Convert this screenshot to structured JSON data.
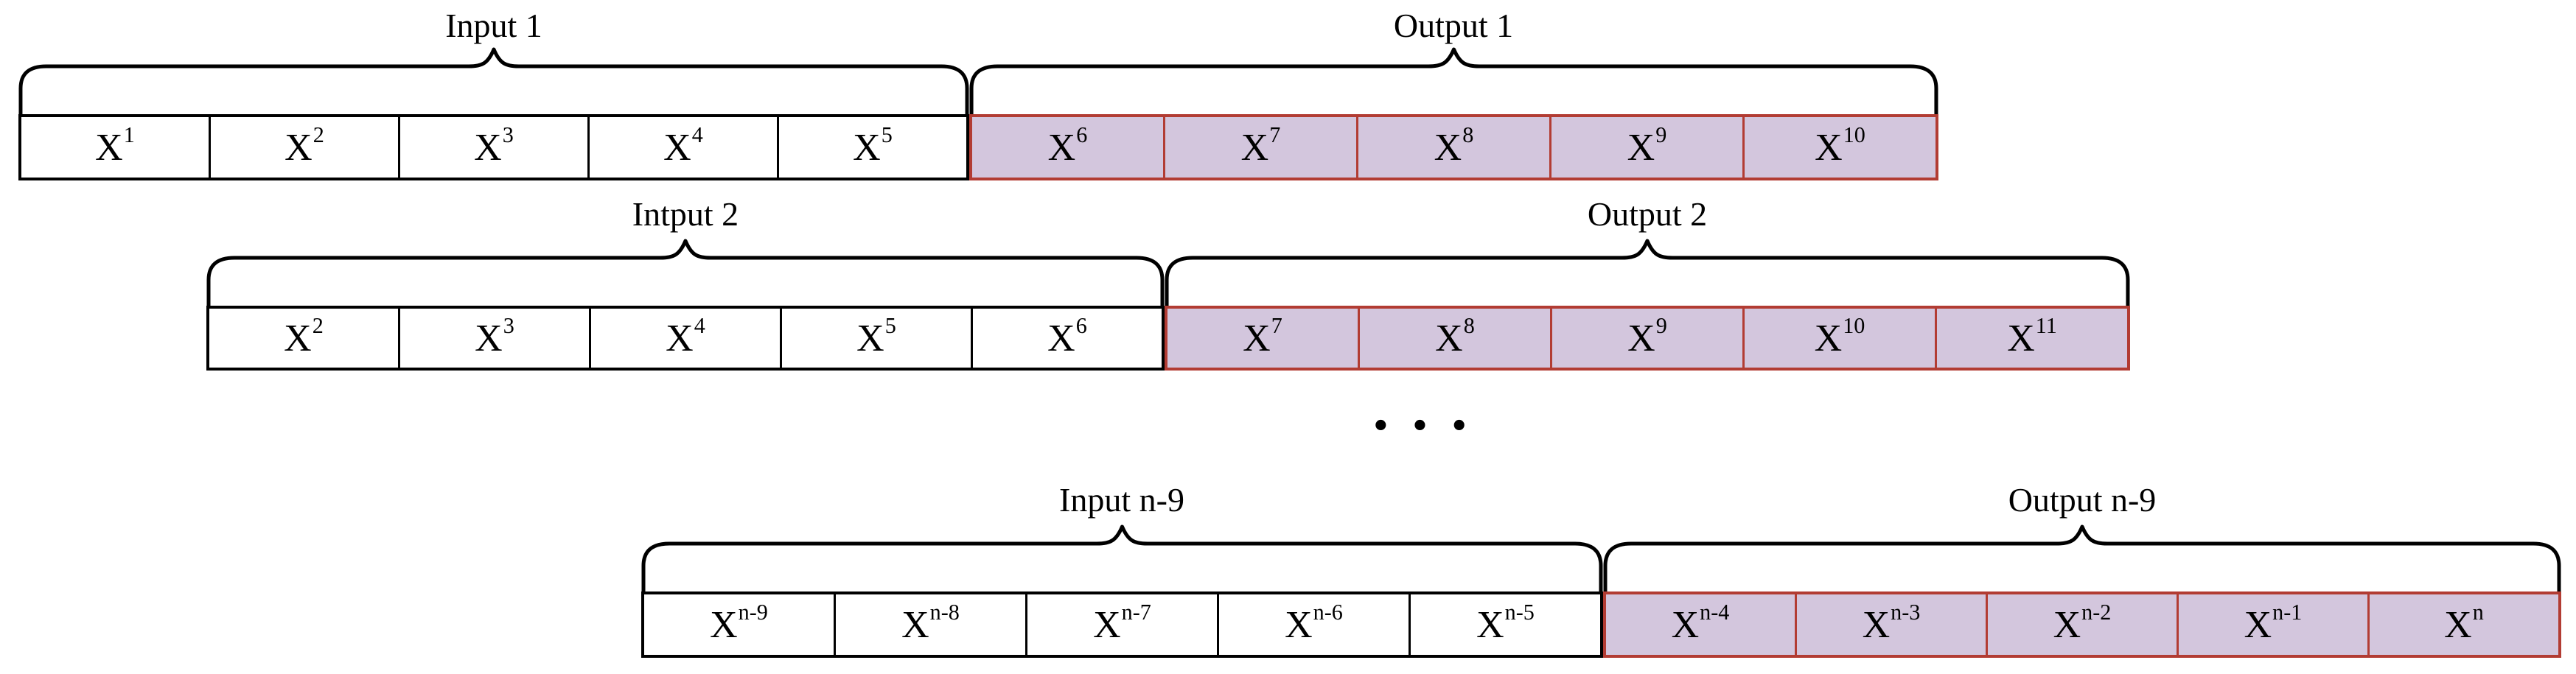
{
  "figure": {
    "ellipsis": "• • •",
    "colors": {
      "input_cell_fill": "#ffffff",
      "input_cell_border": "#000000",
      "output_cell_fill": "#d3c6dd",
      "output_cell_border": "#b23c33",
      "text": "#000000"
    },
    "rows": [
      {
        "input_label": "Input 1",
        "output_label": "Output 1",
        "input_cells": [
          {
            "base": "X",
            "sup": "1"
          },
          {
            "base": "X",
            "sup": "2"
          },
          {
            "base": "X",
            "sup": "3"
          },
          {
            "base": "X",
            "sup": "4"
          },
          {
            "base": "X",
            "sup": "5"
          }
        ],
        "output_cells": [
          {
            "base": "X",
            "sup": "6"
          },
          {
            "base": "X",
            "sup": "7"
          },
          {
            "base": "X",
            "sup": "8"
          },
          {
            "base": "X",
            "sup": "9"
          },
          {
            "base": "X",
            "sup": "10"
          }
        ]
      },
      {
        "input_label": "Intput 2",
        "output_label": "Output 2",
        "input_cells": [
          {
            "base": "X",
            "sup": "2"
          },
          {
            "base": "X",
            "sup": "3"
          },
          {
            "base": "X",
            "sup": "4"
          },
          {
            "base": "X",
            "sup": "5"
          },
          {
            "base": "X",
            "sup": "6"
          }
        ],
        "output_cells": [
          {
            "base": "X",
            "sup": "7"
          },
          {
            "base": "X",
            "sup": "8"
          },
          {
            "base": "X",
            "sup": "9"
          },
          {
            "base": "X",
            "sup": "10"
          },
          {
            "base": "X",
            "sup": "11"
          }
        ]
      },
      {
        "input_label": "Input n-9",
        "output_label": "Output n-9",
        "input_cells": [
          {
            "base": "X",
            "sup": "n-9"
          },
          {
            "base": "X",
            "sup": "n-8"
          },
          {
            "base": "X",
            "sup": "n-7"
          },
          {
            "base": "X",
            "sup": "n-6"
          },
          {
            "base": "X",
            "sup": "n-5"
          }
        ],
        "output_cells": [
          {
            "base": "X",
            "sup": "n-4"
          },
          {
            "base": "X",
            "sup": "n-3"
          },
          {
            "base": "X",
            "sup": "n-2"
          },
          {
            "base": "X",
            "sup": "n-1"
          },
          {
            "base": "X",
            "sup": "n"
          }
        ]
      }
    ]
  }
}
